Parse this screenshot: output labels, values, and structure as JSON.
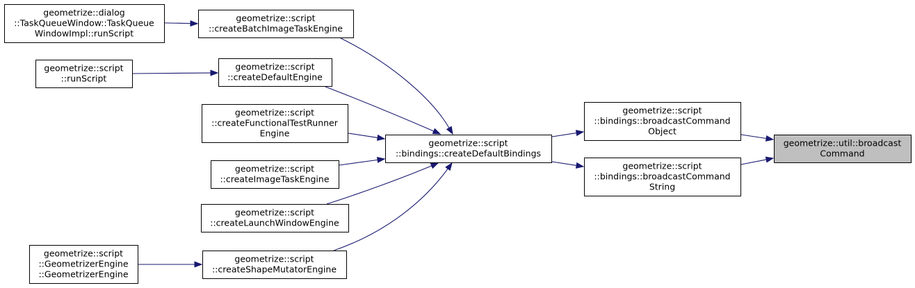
{
  "diagram": {
    "type": "call-graph",
    "colors": {
      "edge": "#191970",
      "node_border": "#000000",
      "node_fill": "#ffffff",
      "highlight_fill": "#bfbfbf"
    },
    "nodes": [
      {
        "id": "broadcast_command",
        "lines": [
          "geometrize::util::broadcast",
          "Command"
        ],
        "highlight": true
      },
      {
        "id": "broadcast_command_object",
        "lines": [
          "geometrize::script",
          "::bindings::broadcastCommand",
          "Object"
        ]
      },
      {
        "id": "broadcast_command_string",
        "lines": [
          "geometrize::script",
          "::bindings::broadcastCommand",
          "String"
        ]
      },
      {
        "id": "create_default_bindings",
        "lines": [
          "geometrize::script",
          "::bindings::createDefaultBindings"
        ]
      },
      {
        "id": "create_batch_image_task_engine",
        "lines": [
          "geometrize::script",
          "::createBatchImageTaskEngine"
        ]
      },
      {
        "id": "create_default_engine",
        "lines": [
          "geometrize::script",
          "::createDefaultEngine"
        ]
      },
      {
        "id": "create_functional_test_runner_engine",
        "lines": [
          "geometrize::script",
          "::createFunctionalTestRunner",
          "Engine"
        ]
      },
      {
        "id": "create_image_task_engine",
        "lines": [
          "geometrize::script",
          "::createImageTaskEngine"
        ]
      },
      {
        "id": "create_launch_window_engine",
        "lines": [
          "geometrize::script",
          "::createLaunchWindowEngine"
        ]
      },
      {
        "id": "create_shape_mutator_engine",
        "lines": [
          "geometrize::script",
          "::createShapeMutatorEngine"
        ]
      },
      {
        "id": "run_script_dialog",
        "lines": [
          "geometrize::dialog",
          "::TaskQueueWindow::TaskQueue",
          "WindowImpl::runScript"
        ]
      },
      {
        "id": "run_script",
        "lines": [
          "geometrize::script",
          "::runScript"
        ]
      },
      {
        "id": "geometrizer_engine",
        "lines": [
          "geometrize::script",
          "::GeometrizerEngine",
          "::GeometrizerEngine"
        ]
      }
    ],
    "edges": [
      {
        "from": "broadcast_command_object",
        "to": "broadcast_command"
      },
      {
        "from": "broadcast_command_string",
        "to": "broadcast_command"
      },
      {
        "from": "create_default_bindings",
        "to": "broadcast_command_object"
      },
      {
        "from": "create_default_bindings",
        "to": "broadcast_command_string"
      },
      {
        "from": "create_batch_image_task_engine",
        "to": "create_default_bindings"
      },
      {
        "from": "create_default_engine",
        "to": "create_default_bindings"
      },
      {
        "from": "create_functional_test_runner_engine",
        "to": "create_default_bindings"
      },
      {
        "from": "create_image_task_engine",
        "to": "create_default_bindings"
      },
      {
        "from": "create_launch_window_engine",
        "to": "create_default_bindings"
      },
      {
        "from": "create_shape_mutator_engine",
        "to": "create_default_bindings"
      },
      {
        "from": "run_script_dialog",
        "to": "create_batch_image_task_engine"
      },
      {
        "from": "run_script",
        "to": "create_default_engine"
      },
      {
        "from": "geometrizer_engine",
        "to": "create_shape_mutator_engine"
      }
    ]
  }
}
